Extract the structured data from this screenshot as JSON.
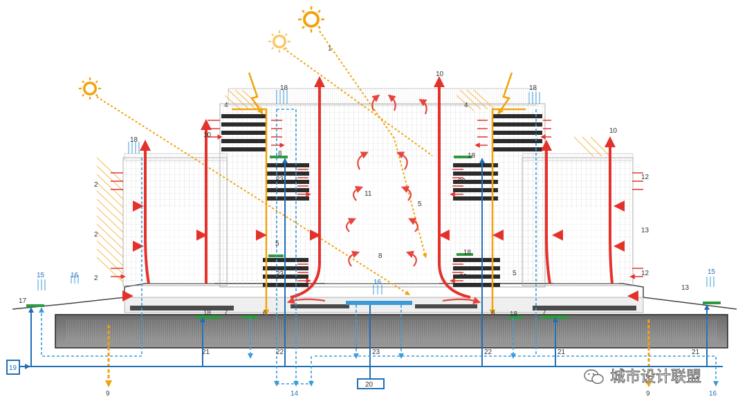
{
  "colors": {
    "sun": "#f2a20c",
    "sun_light": "#f7c86a",
    "hot_air": "#e4322b",
    "water": "#1f6fb5",
    "water_light": "#3a9bd8",
    "green": "#2e9a3e",
    "slab": "#2b2b2b",
    "structure": "#bdbdbd"
  },
  "labels": {
    "n1": "1",
    "n2": "2",
    "n4": "4",
    "n5": "5",
    "n6": "6",
    "n7": "7",
    "n8": "8",
    "n9": "9",
    "n10": "10",
    "n11": "11",
    "n12": "12",
    "n13": "13",
    "n14": "14",
    "n15": "15",
    "n16": "16",
    "n17": "17",
    "n18": "18",
    "n19": "19",
    "n20": "20",
    "n21": "21",
    "n22": "22",
    "n23": "23"
  },
  "watermark": {
    "icon": "wechat-icon",
    "text": "城市设计联盟"
  }
}
